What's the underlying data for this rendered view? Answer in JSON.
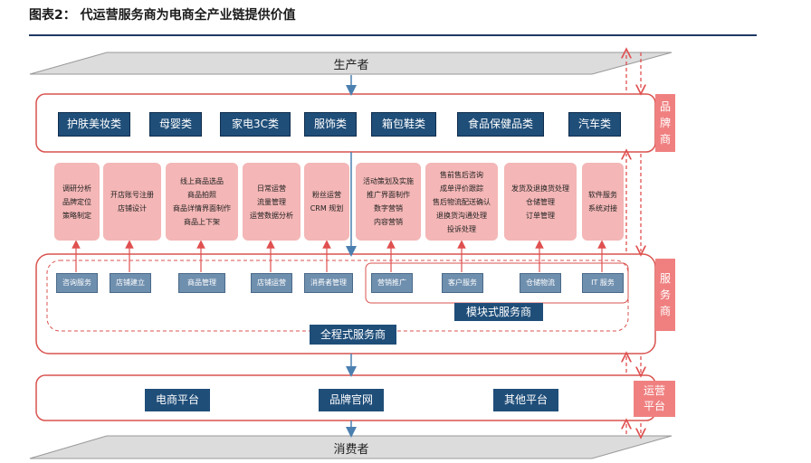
{
  "title": "图表2：   代运营服务商为电商全产业链提供价值",
  "producer": "生产者",
  "consumer": "消费者",
  "categories": [
    "护肤美妆类",
    "母婴类",
    "家电3C类",
    "服饰类",
    "箱包鞋类",
    "食品保健品类",
    "汽车类"
  ],
  "side_labels": {
    "brand": "品\n牌\n商",
    "service": "服\n务\n商",
    "ops": "运营\n平台"
  },
  "services": [
    [
      "调研分析",
      "品牌定位",
      "策略制定"
    ],
    [
      "开店账号注册",
      "",
      "店铺设计"
    ],
    [
      "线上商品选品",
      "商品拍照",
      "商品详情界面制作",
      "商品上下架"
    ],
    [
      "日常运营",
      "流量管理",
      "运营数据分析"
    ],
    [
      "粉丝运营",
      "",
      "CRM 规划"
    ],
    [
      "活动策划及实施",
      "推广界面制作",
      "数字营销",
      "内容营销"
    ],
    [
      "售前售后咨询",
      "成单评价跟踪",
      "售后物流配送确认",
      "退换货沟通处理",
      "投诉处理"
    ],
    [
      "发货及退换货处理",
      "仓储管理",
      "订单管理"
    ],
    [
      "软件服务",
      "",
      "系统对接"
    ]
  ],
  "modules": [
    "咨询服务",
    "店铺建立",
    "商品管理",
    "店铺运营",
    "消费者管理",
    "营销推广",
    "客户服务",
    "仓储物流",
    "IT 服务"
  ],
  "modular_provider": "模块式服务商",
  "full_provider": "全程式服务商",
  "platforms": [
    "电商平台",
    "品牌官网",
    "其他平台"
  ]
}
